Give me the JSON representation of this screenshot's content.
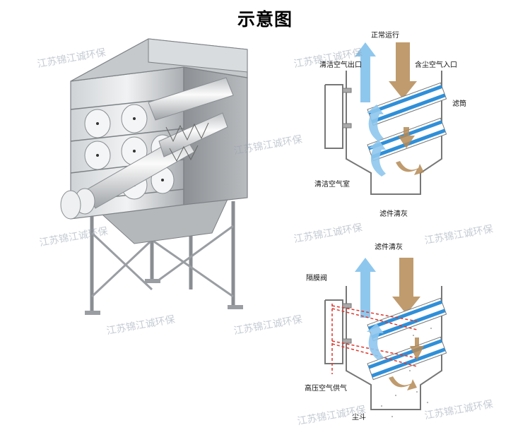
{
  "title": "示意图",
  "top_diagram": {
    "caption_top": "正常运行",
    "clean_air_outlet": "清洁空气出口",
    "dusty_air_inlet": "含尘空气入口",
    "filter_cartridge": "滤筒",
    "clean_air_chamber": "清洁空气室",
    "caption_bottom": "滤件清灰"
  },
  "bottom_diagram": {
    "caption_top": "滤件清灰",
    "diaphragm_valve": "隔膜阀",
    "high_pressure_air": "高压空气供气",
    "dust_hopper": "尘斗"
  },
  "watermark": "江苏锦江诚环保",
  "colors": {
    "filter_blue": "#2f8fd8",
    "arrow_blue": "#8ec7ee",
    "dust_brown": "#b58a55",
    "frame_gray": "#777777",
    "pulse_red": "#e0352b"
  }
}
